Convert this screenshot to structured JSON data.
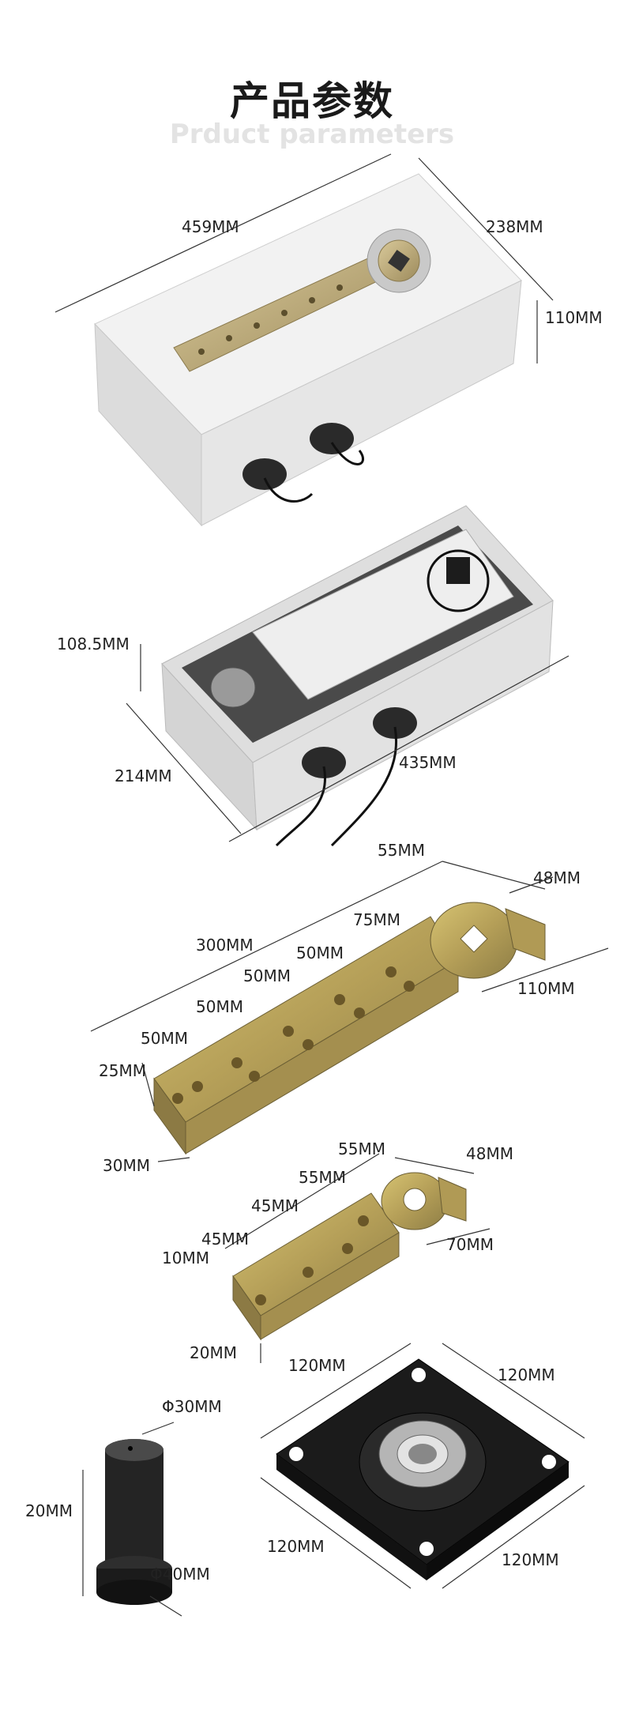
{
  "header": {
    "title": "产品参数",
    "subtitle": "Prduct parameters"
  },
  "unit1": {
    "length": "459MM",
    "width": "238MM",
    "height": "110MM"
  },
  "unit2": {
    "height": "108.5MM",
    "width": "214MM",
    "length": "435MM"
  },
  "arm_long": {
    "top_width": "55MM",
    "end_depth": "48MM",
    "hole_spacing_75": "75MM",
    "total_length": "300MM",
    "spacing_1": "50MM",
    "spacing_2": "50MM",
    "spacing_3": "50MM",
    "spacing_4": "50MM",
    "head_width": "110MM",
    "edge_offset": "25MM",
    "bar_width": "30MM"
  },
  "arm_short": {
    "top_width": "55MM",
    "end_depth": "48MM",
    "spacing_55": "55MM",
    "spacing_45a": "45MM",
    "spacing_45b": "45MM",
    "edge_offset": "10MM",
    "head_width": "70MM",
    "bar_width": "20MM"
  },
  "pin": {
    "top_diameter": "Φ30MM",
    "height": "20MM",
    "base_diameter": "Φ40MM"
  },
  "plate": {
    "top_left": "120MM",
    "top_right": "120MM",
    "bottom_left": "120MM",
    "bottom_right": "120MM"
  },
  "colors": {
    "title": "#1a1a1a",
    "subtitle": "#e3e3e3",
    "metal_gold": "#b8a878",
    "housing": "#e6e6e6",
    "plate_black": "#1b1b1b"
  }
}
